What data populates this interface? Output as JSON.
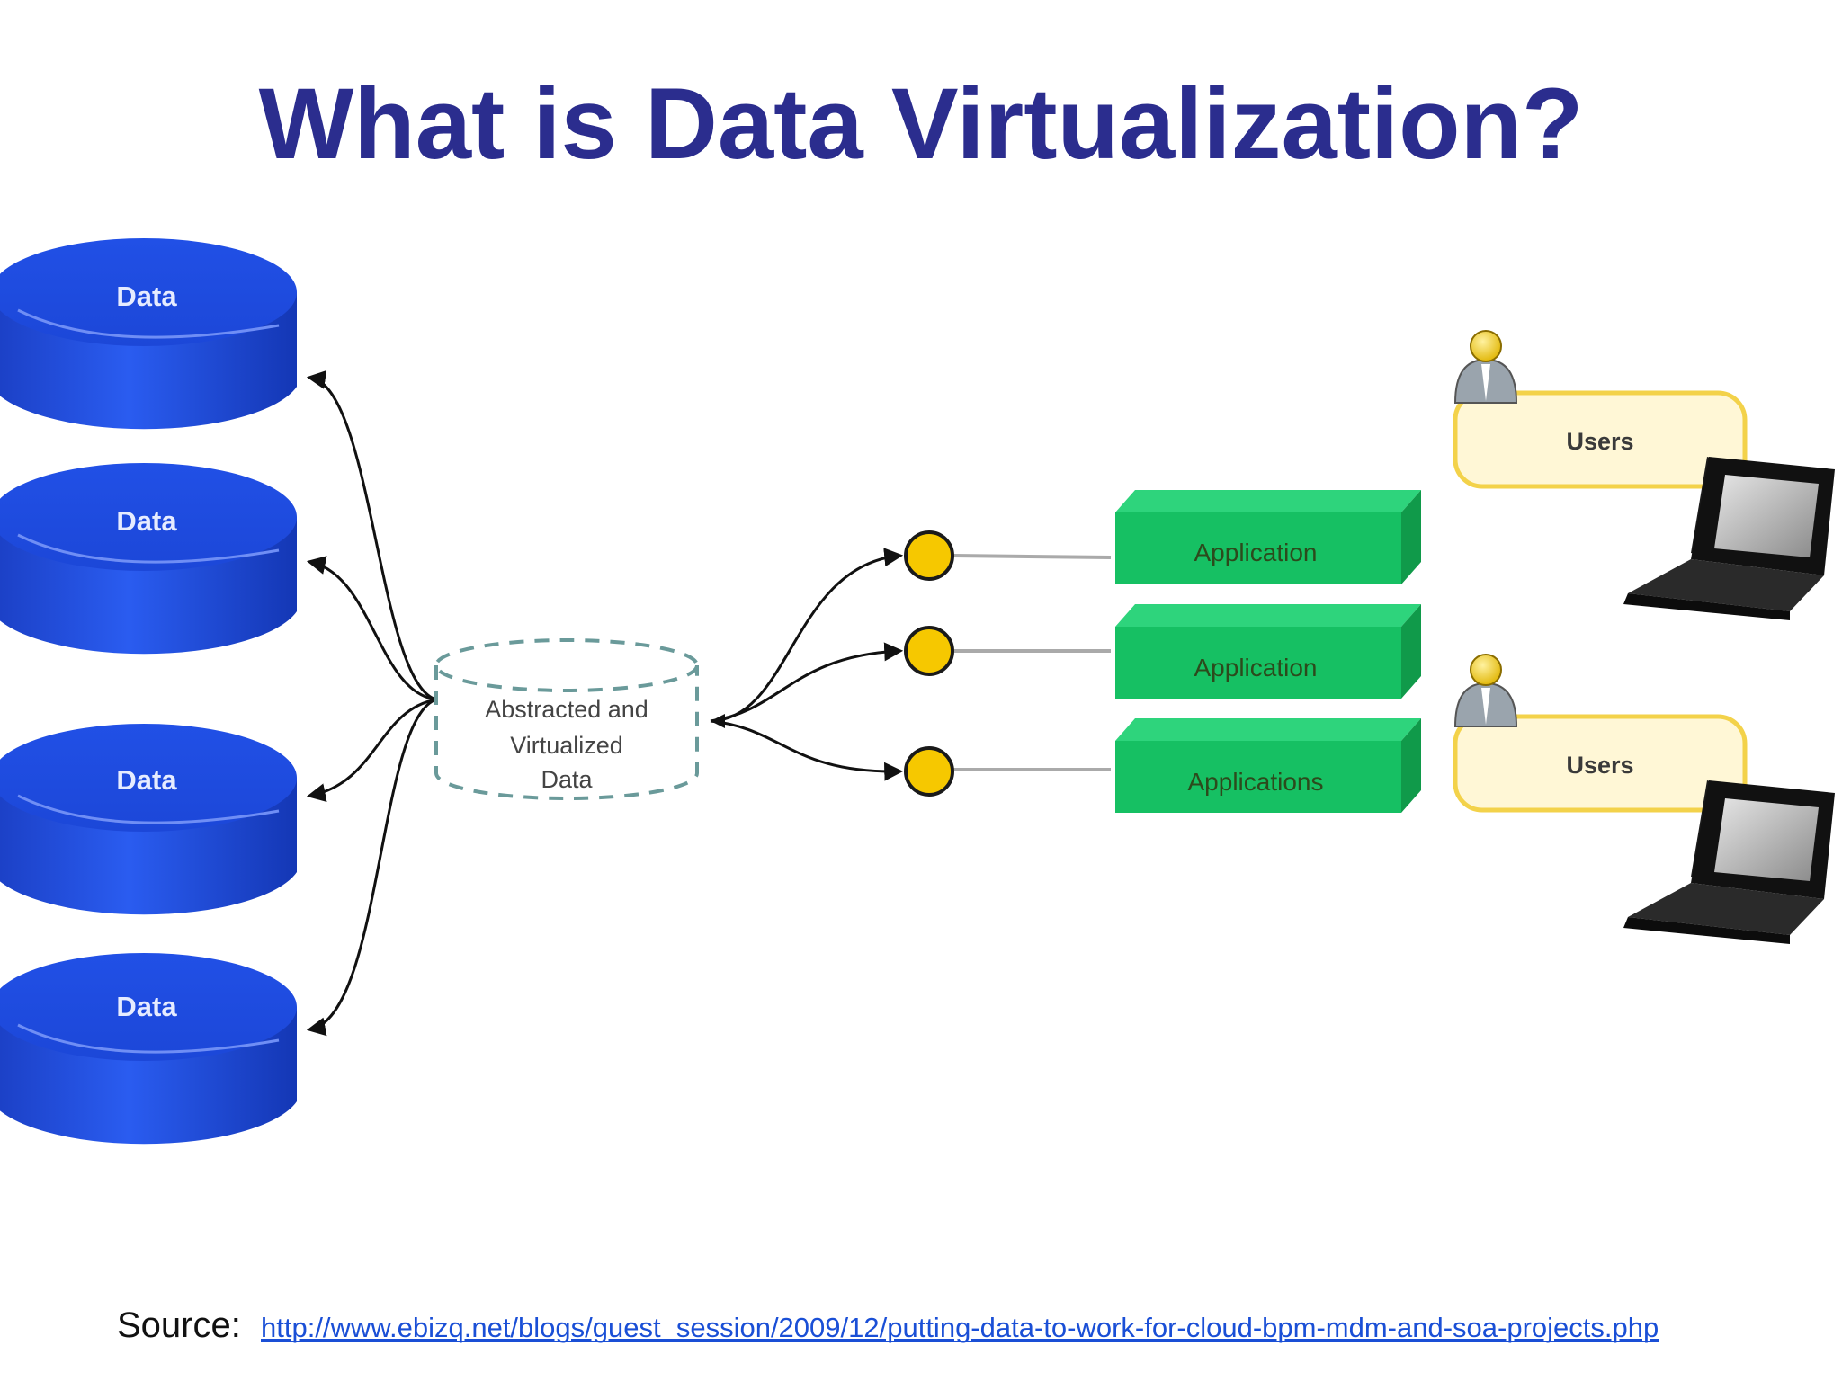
{
  "title": "What is Data Virtualization?",
  "data_sources": [
    {
      "label": "Data"
    },
    {
      "label": "Data"
    },
    {
      "label": "Data"
    },
    {
      "label": "Data"
    }
  ],
  "virtual_layer": {
    "lines": [
      "Abstracted and",
      "Virtualized",
      "Data"
    ]
  },
  "applications": [
    {
      "label": "Application"
    },
    {
      "label": "Application"
    },
    {
      "label": "Applications"
    }
  ],
  "users": [
    {
      "label": "Users"
    },
    {
      "label": "Users"
    }
  ],
  "source": {
    "label": "Source:",
    "url": "http://www.ebizq.net/blogs/guest_session/2009/12/putting-data-to-work-for-cloud-bpm-mdm-and-soa-projects.php"
  },
  "colors": {
    "title": "#2b2d8e",
    "database": "#1d4fe0",
    "application": "#1ec46a",
    "connector": "#f6c800",
    "users_box": "#fff7d6",
    "link": "#1a4fd6"
  }
}
